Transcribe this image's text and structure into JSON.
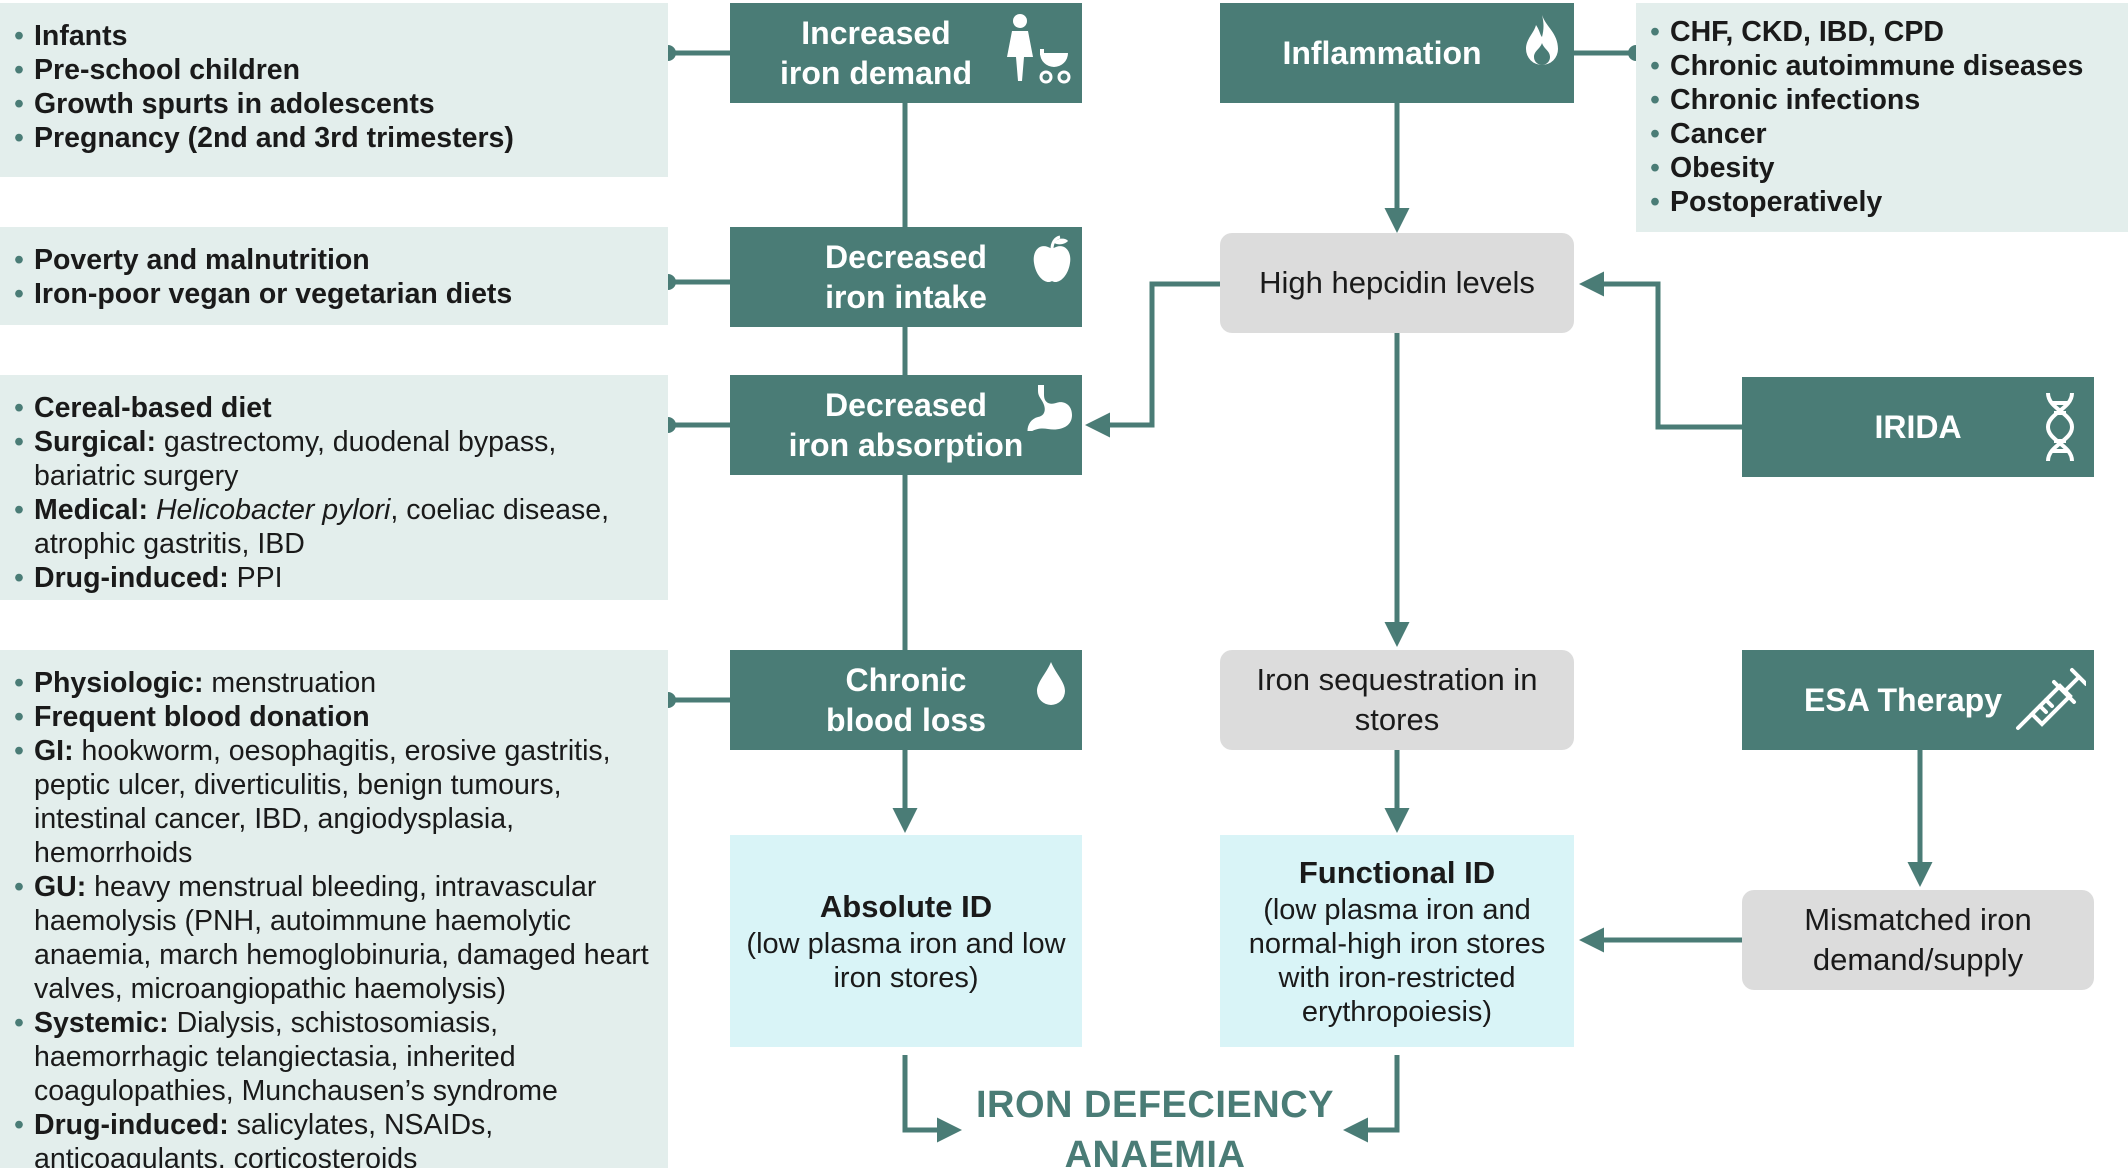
{
  "colors": {
    "dark_box": "#4a7c76",
    "cause_bg": "#e3eeec",
    "grey_box": "#dcdcdc",
    "light_box": "#d9f4f7",
    "connector": "#4a7c76"
  },
  "boxes": {
    "increased_demand": {
      "line1": "Increased",
      "line2": "iron demand",
      "icon": "mother-stroller-icon"
    },
    "decreased_intake": {
      "line1": "Decreased",
      "line2": "iron intake",
      "icon": "apple-icon"
    },
    "decreased_absorption": {
      "line1": "Decreased",
      "line2": "iron absorption",
      "icon": "stomach-icon"
    },
    "chronic_blood_loss": {
      "line1": "Chronic",
      "line2": "blood loss",
      "icon": "blood-drop-icon"
    },
    "inflammation": {
      "label": "Inflammation",
      "icon": "flame-icon"
    },
    "irida": {
      "label": "IRIDA",
      "icon": "dna-icon"
    },
    "esa_therapy": {
      "label": "ESA Therapy",
      "icon": "syringe-icon"
    },
    "high_hepcidin": {
      "label": "High hepcidin levels"
    },
    "iron_sequestration": {
      "line1": "Iron sequestration in",
      "line2": "stores"
    },
    "mismatched": {
      "line1": "Mismatched iron",
      "line2": "demand/supply"
    },
    "absolute_id": {
      "title": "Absolute ID",
      "line1": "(low plasma iron and low",
      "line2": "iron stores)"
    },
    "functional_id": {
      "title": "Functional ID",
      "line1": "(low plasma iron and",
      "line2": "normal-high iron stores",
      "line3": "with iron-restricted",
      "line4": "erythropoiesis)"
    }
  },
  "final": {
    "line1": "IRON DEFECIENCY",
    "line2": "ANAEMIA"
  },
  "causes": {
    "demand": [
      "Infants",
      "Pre-school children",
      "Growth spurts in adolescents",
      "Pregnancy (2nd and 3rd trimesters)"
    ],
    "intake": [
      "Poverty and malnutrition",
      "Iron-poor vegan or vegetarian diets"
    ],
    "absorption": {
      "cereal": "Cereal-based diet",
      "surgical_label": "Surgical:",
      "surgical_text": " gastrectomy, duodenal bypass,  bariatric surgery",
      "medical_label": "Medical:",
      "medical_italic": "Helicobacter pylori",
      "medical_text": ", coeliac disease, atrophic gastritis, IBD",
      "drug_label": "Drug-induced:",
      "drug_text": " PPI"
    },
    "blood_loss": {
      "physiologic_label": "Physiologic:",
      "physiologic_text": " menstruation",
      "donation": "Frequent blood donation",
      "gi_label": "GI:",
      "gi_text": " hookworm, oesophagitis, erosive gastritis, peptic ulcer, diverticulitis, benign tumours, intestinal cancer, IBD, angiodysplasia, hemorrhoids",
      "gu_label": "GU:",
      "gu_text": " heavy menstrual bleeding, intravascular haemolysis (PNH, autoimmune haemolytic anaemia, march hemoglobinuria, damaged heart valves, microangiopathic haemolysis)",
      "systemic_label": "Systemic:",
      "systemic_text": " Dialysis, schistosomiasis, haemorrhagic telangiectasia, inherited coagulopathies, Munchausen’s syndrome",
      "drug_label": "Drug-induced:",
      "drug_text": " salicylates, NSAIDs, anticoagulants, corticosteroids"
    },
    "inflammation": [
      "CHF, CKD, IBD, CPD",
      "Chronic autoimmune diseases",
      "Chronic infections",
      "Cancer",
      "Obesity",
      "Postoperatively"
    ]
  }
}
